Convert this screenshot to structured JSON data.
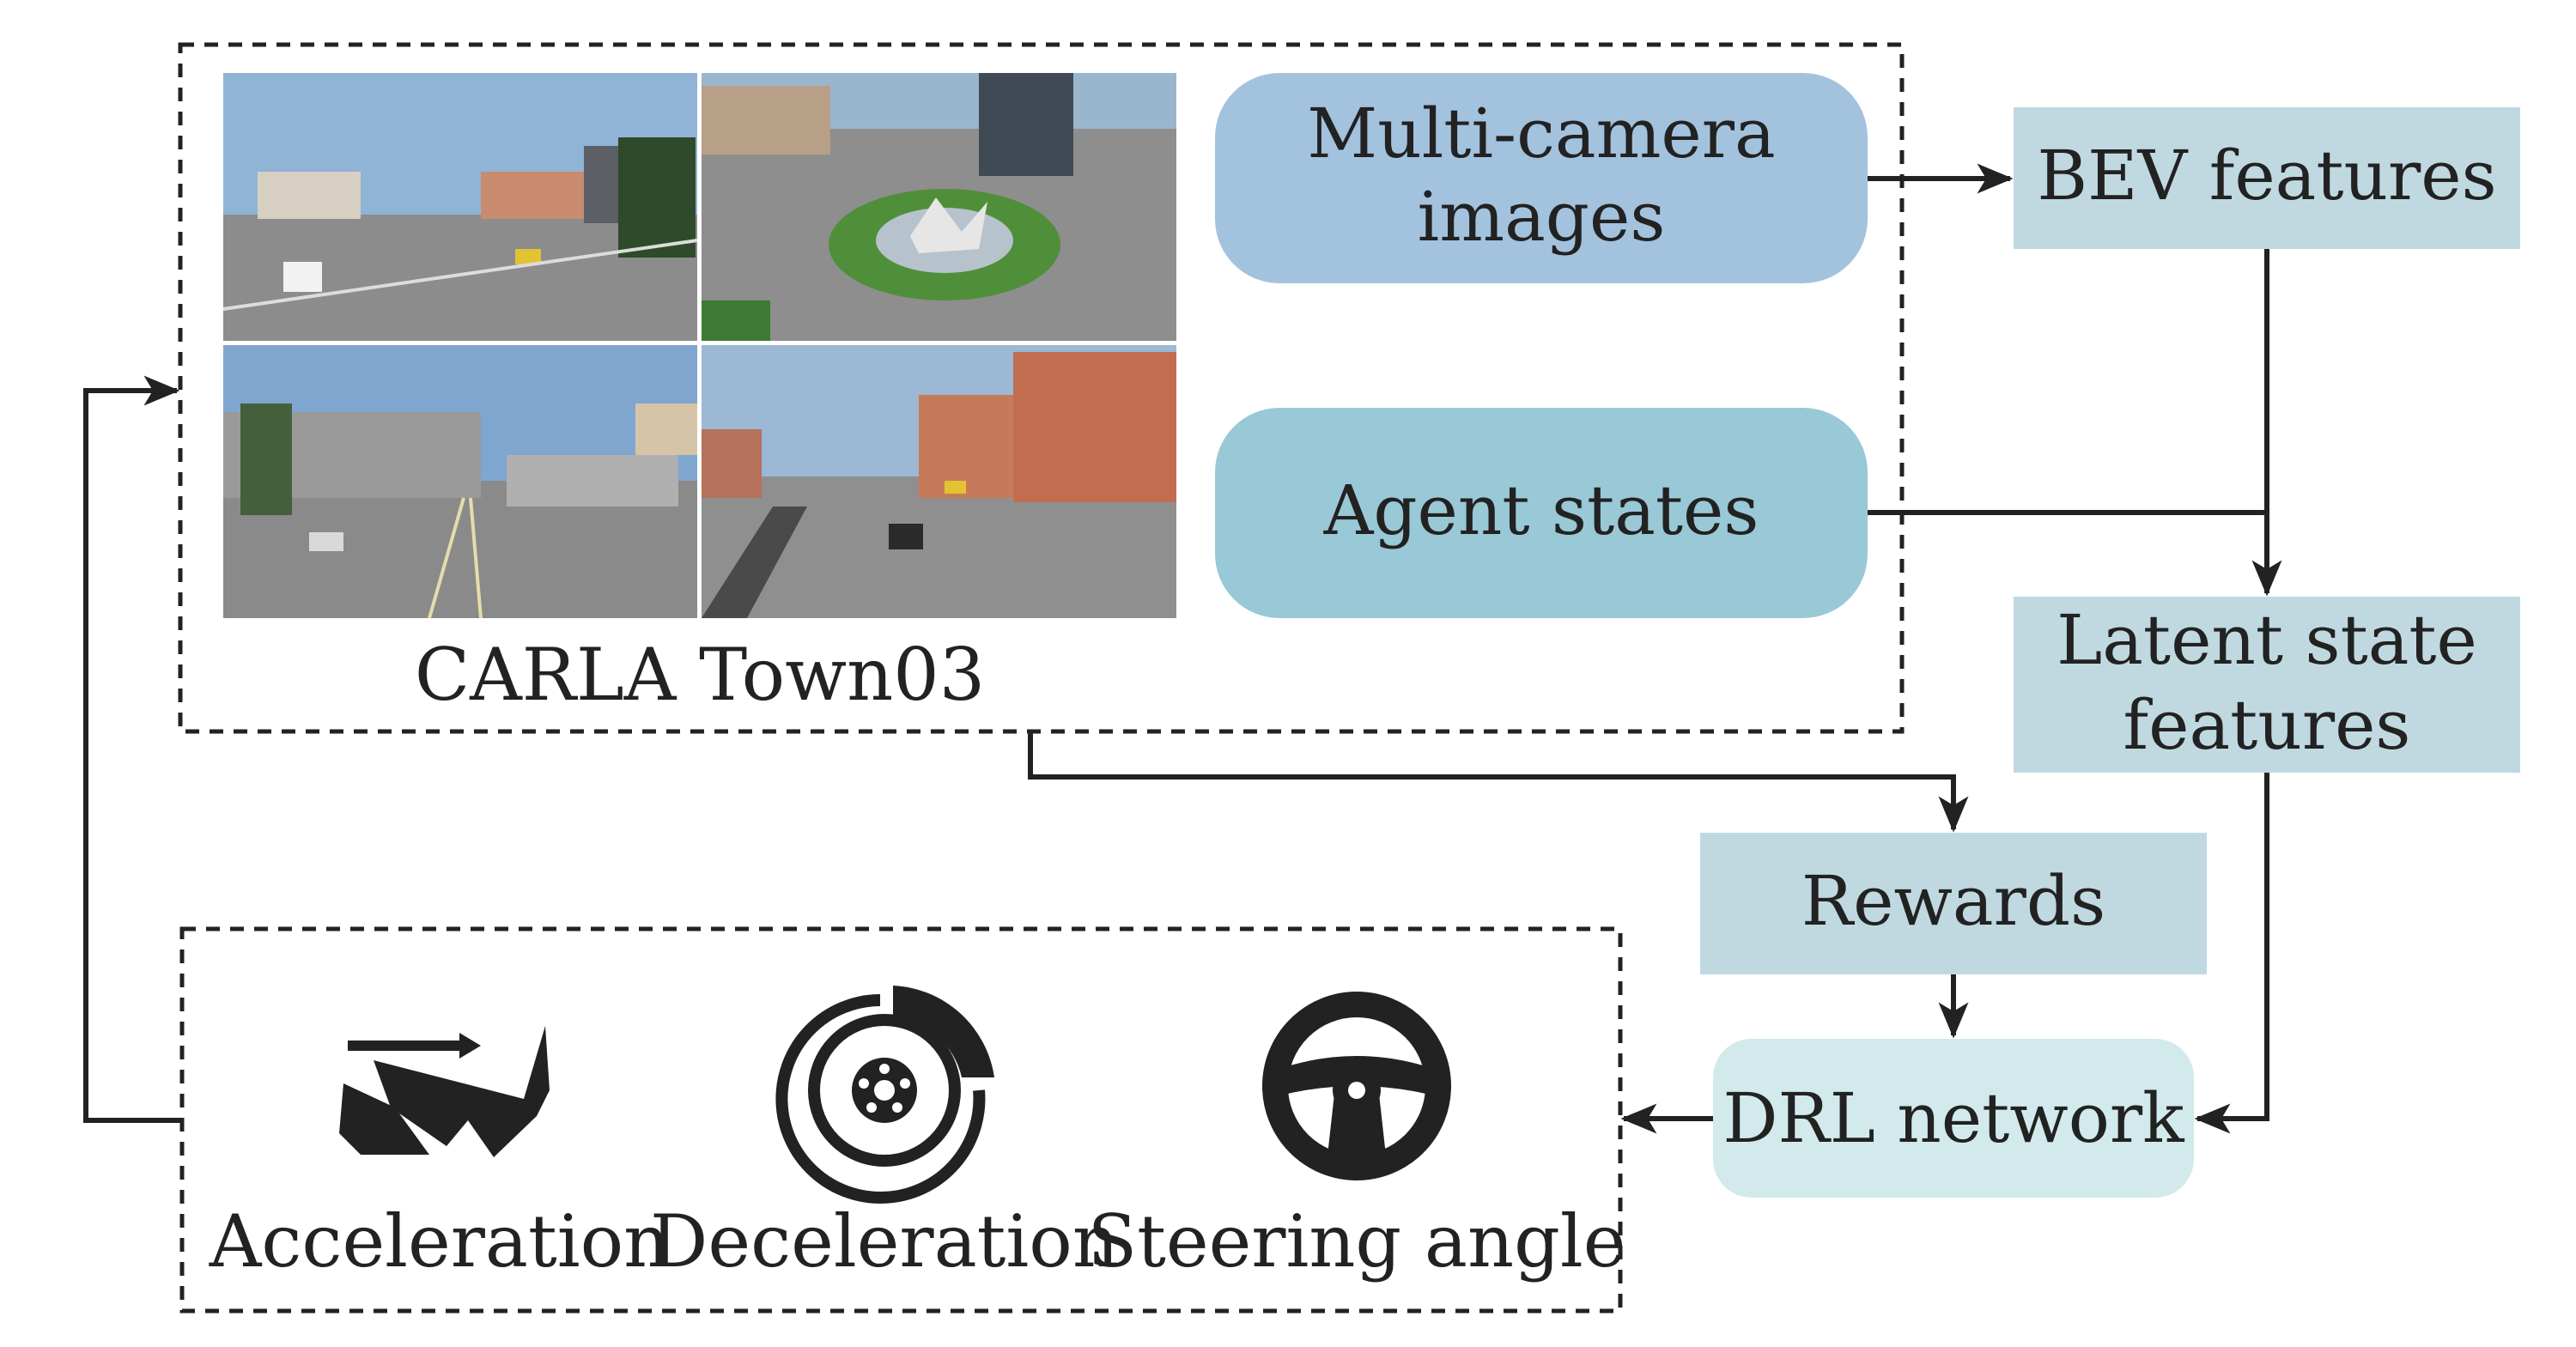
{
  "environment": {
    "caption": "CARLA Town03"
  },
  "nodes": {
    "multi_camera": {
      "line1": "Multi-camera",
      "line2": "images",
      "color": "#a3c2de"
    },
    "agent_states": {
      "label": "Agent states",
      "color": "#99c8d6"
    },
    "bev": {
      "label": "BEV features",
      "color": "#c0d9e1"
    },
    "latent": {
      "line1": "Latent state",
      "line2": "features",
      "color": "#c0d9e1"
    },
    "rewards": {
      "label": "Rewards",
      "color": "#c0d9e1"
    },
    "drl": {
      "label": "DRL network",
      "color": "#d2eaec"
    }
  },
  "actions": {
    "acceleration": {
      "label": "Acceleration",
      "icon": "accelerator-pedal-icon"
    },
    "deceleration": {
      "label": "Deceleration",
      "icon": "brake-disc-icon"
    },
    "steering": {
      "label": "Steering angle",
      "icon": "steering-wheel-icon"
    }
  },
  "camera_views": [
    {
      "icon": "road-scene-intersection-image",
      "sky": "#8fb4d6"
    },
    {
      "icon": "road-scene-roundabout-image",
      "sky": "#9ab6cc"
    },
    {
      "icon": "road-scene-highway-image",
      "sky": "#7fa6cf"
    },
    {
      "icon": "road-scene-street-image",
      "sky": "#9cb8d4"
    }
  ]
}
